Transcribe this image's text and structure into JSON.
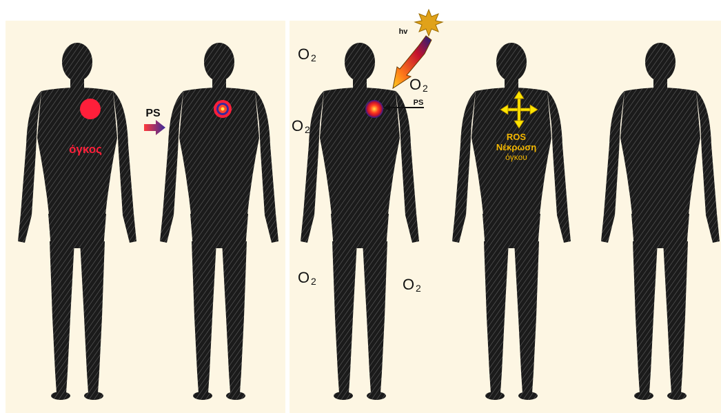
{
  "labels": {
    "tumor": "όγκος",
    "ps_left": "PS",
    "ps_right": "PS",
    "hv": "hv",
    "o2_1": "O",
    "o2_2": "O",
    "o2_3": "O",
    "o2_4": "O",
    "o2_5": "O",
    "o2_sub": "2",
    "ros_line1": "ROS",
    "ros_line2": "Νέκρωση",
    "ros_line3": "όγκου"
  },
  "colors": {
    "background": "#fdf6e3",
    "figure": "#1b1b1b",
    "tumor": "#ff1f3a",
    "ros_text": "#f5b800",
    "arrows": "#ffe600",
    "sun": "#e0a21a"
  }
}
